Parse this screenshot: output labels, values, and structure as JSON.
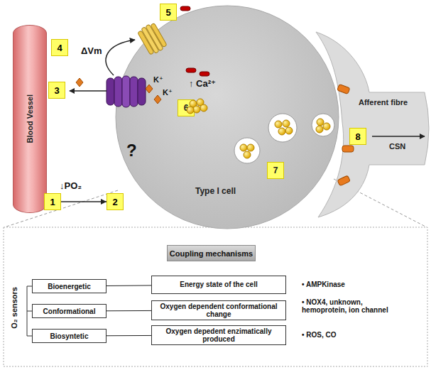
{
  "diagram": {
    "nodes": [
      {
        "text": [
          "Type I cell"
        ]
      },
      {
        "text": [
          "6"
        ],
        "in": 0
      },
      {
        "text": [
          "7"
        ],
        "in": 0
      },
      {
        "text": [
          "Blood Vessel"
        ]
      },
      {
        "text": [
          "Afferent fibre",
          "CSN"
        ]
      },
      {
        "text": [
          "1"
        ]
      },
      {
        "text": [
          "2"
        ]
      },
      {
        "text": [
          "3"
        ]
      },
      {
        "text": [
          "4"
        ]
      },
      {
        "text": [
          "5"
        ]
      },
      {
        "text": [
          "8"
        ]
      },
      {
        "text": [
          "Coupling mechanisms"
        ]
      },
      {
        "text": [
          "Bioenergetic"
        ]
      },
      {
        "text": [
          "Energy state of the cell"
        ]
      },
      {
        "text": [
          "Conformational"
        ]
      },
      {
        "text": [
          "Oxygen dependent conformational change"
        ]
      },
      {
        "text": [
          "Biosyntetic"
        ]
      },
      {
        "text": [
          "Oxygen depedent enzimatically produced"
        ]
      }
    ],
    "edges": [
      {
        "from": 5,
        "to": 6,
        "arrow": "to"
      },
      {
        "from": 12,
        "to": 13,
        "arrow": "none"
      },
      {
        "from": 14,
        "to": 15,
        "arrow": "none"
      },
      {
        "from": 16,
        "to": 17,
        "arrow": "none"
      }
    ],
    "labels": [
      "↓PO₂",
      "?",
      "ΔVm",
      "K⁺",
      "K⁺",
      "↑ Ca²⁺",
      "O₂ sensors",
      "• AMPKinase",
      "• NOX4, unknown, hemoprotein, ion channel",
      "• ROS, CO"
    ]
  }
}
